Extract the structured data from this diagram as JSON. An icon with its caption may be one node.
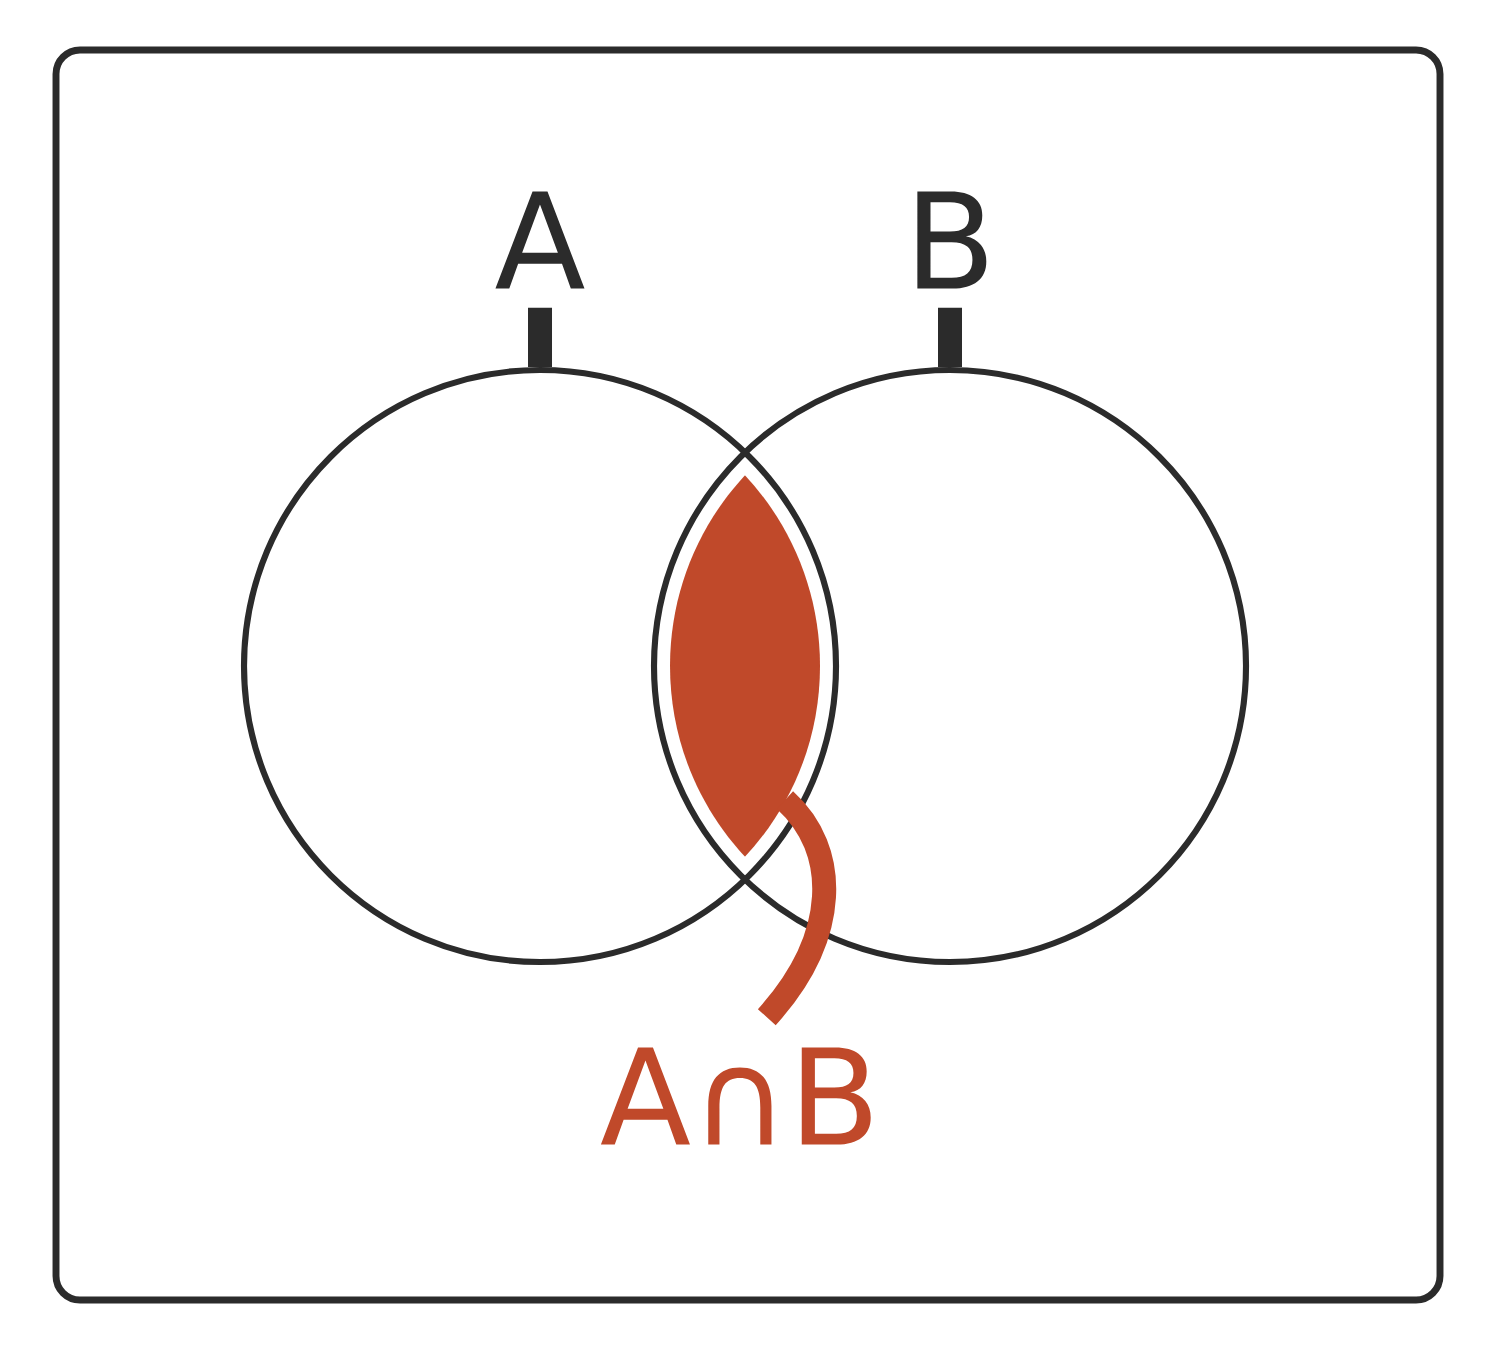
{
  "diagram": {
    "nodes": [
      {
        "text": [
          "A"
        ]
      },
      {
        "text": [
          "B"
        ]
      },
      {
        "text": [],
        "shape": "circle"
      },
      {
        "text": [],
        "shape": "circle"
      },
      {
        "text": [],
        "shape": "lens"
      },
      {
        "text": [
          "A∩B"
        ]
      }
    ],
    "edges": [
      {
        "from": 0,
        "to": 2,
        "arrow": "none"
      },
      {
        "from": 1,
        "to": 3,
        "arrow": "none"
      },
      {
        "from": 5,
        "to": 4,
        "arrow": "none",
        "color": "#c0492a"
      }
    ]
  }
}
